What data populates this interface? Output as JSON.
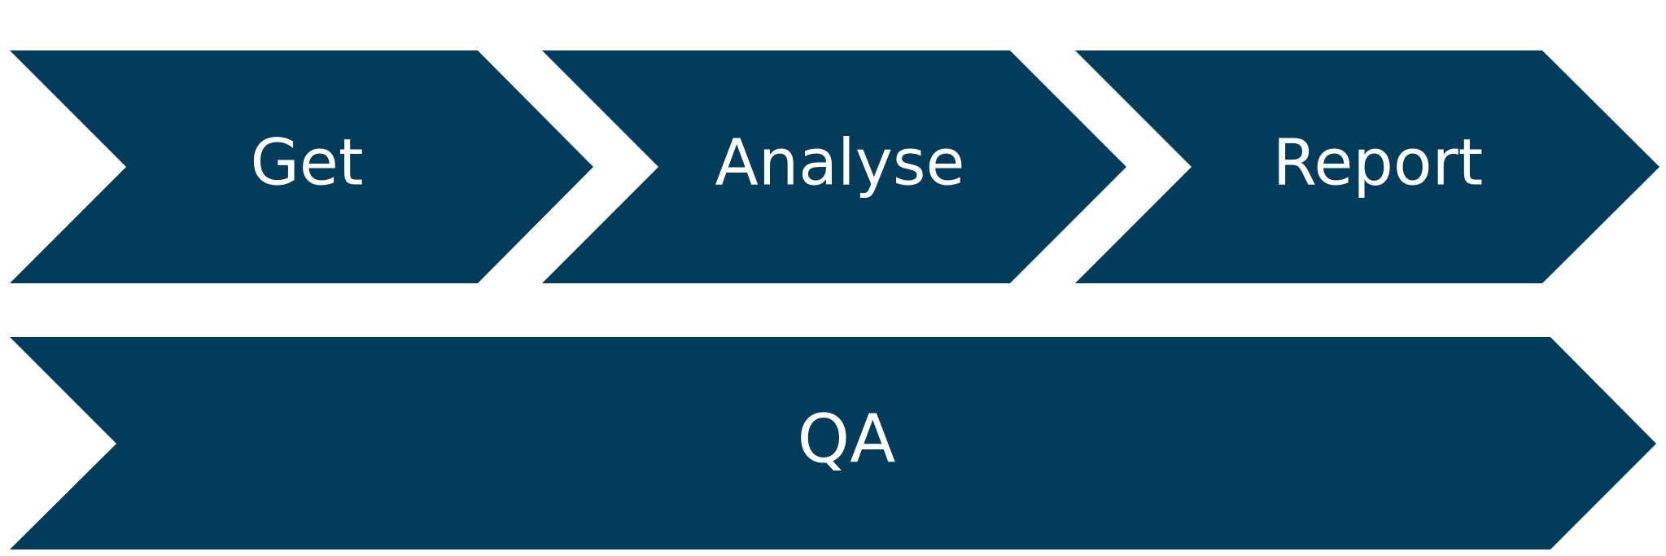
{
  "colors": {
    "chevron_fill": "#033c5a",
    "label_text": "#ffffff",
    "background": "#ffffff"
  },
  "process_steps": [
    {
      "label": "Get"
    },
    {
      "label": "Analyse"
    },
    {
      "label": "Report"
    }
  ],
  "qa_bar": {
    "label": "QA"
  }
}
